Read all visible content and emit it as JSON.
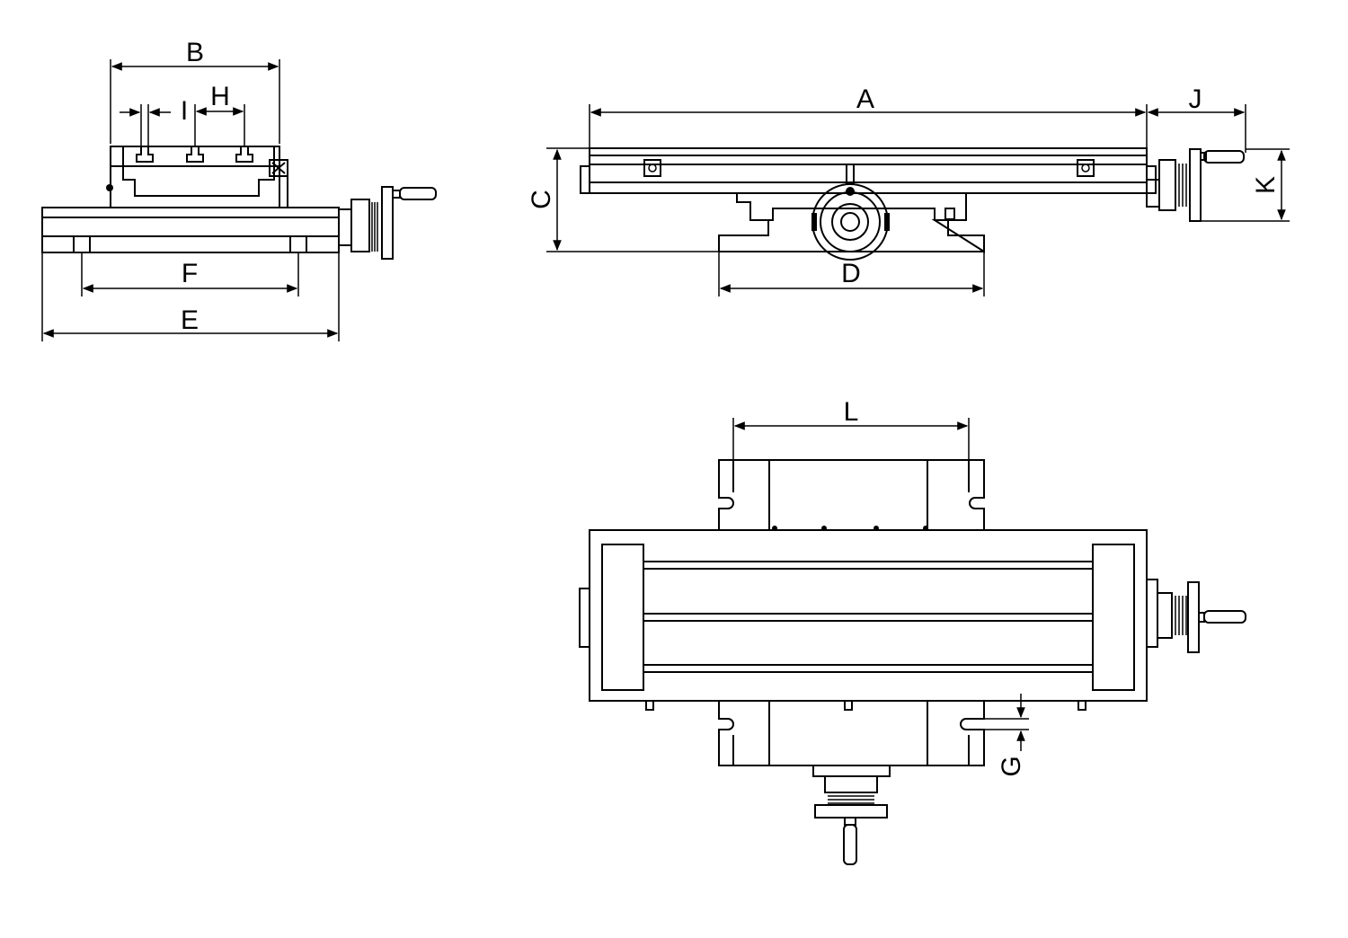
{
  "diagram": {
    "views": {
      "end_view": {
        "dimension_labels": {
          "b": "B",
          "i": "I",
          "h": "H",
          "f": "F",
          "e": "E"
        }
      },
      "front_view": {
        "dimension_labels": {
          "a": "A",
          "j": "J",
          "c": "C",
          "k": "K",
          "d": "D"
        }
      },
      "top_view": {
        "dimension_labels": {
          "l": "L",
          "g": "G"
        }
      }
    },
    "colors": {
      "line": "#000000",
      "background": "#ffffff"
    }
  }
}
